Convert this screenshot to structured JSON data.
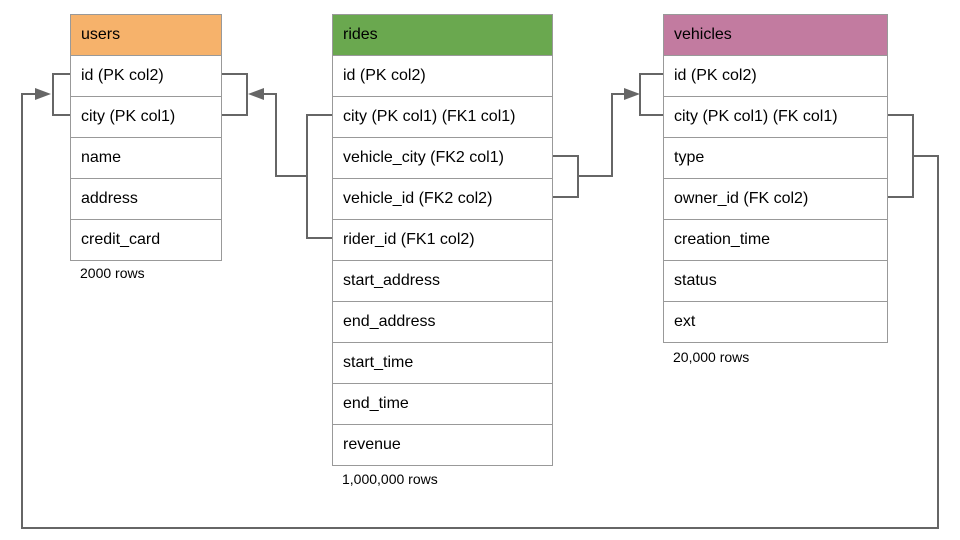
{
  "tables": {
    "users": {
      "title": "users",
      "header_color": "#f6b26b",
      "columns": [
        "id (PK col2)",
        "city (PK col1)",
        "name",
        "address",
        "credit_card"
      ],
      "row_count": "2000 rows"
    },
    "rides": {
      "title": "rides",
      "header_color": "#6aa84f",
      "columns": [
        "id (PK col2)",
        "city (PK col1) (FK1 col1)",
        "vehicle_city (FK2 col1)",
        "vehicle_id (FK2 col2)",
        "rider_id (FK1 col2)",
        "start_address",
        "end_address",
        "start_time",
        "end_time",
        "revenue"
      ],
      "row_count": "1,000,000 rows"
    },
    "vehicles": {
      "title": "vehicles",
      "header_color": "#c27ba0",
      "columns": [
        "id (PK col2)",
        "city (PK col1) (FK col1)",
        "type",
        "owner_id (FK col2)",
        "creation_time",
        "status",
        "ext"
      ],
      "row_count": "20,000 rows"
    }
  },
  "relationships": [
    {
      "name": "fk1",
      "from": "rides (city FK1 col1, rider_id FK1 col2)",
      "to": "users (id, city)"
    },
    {
      "name": "fk2",
      "from": "rides (vehicle_city FK2 col1, vehicle_id FK2 col2)",
      "to": "vehicles (id, city)"
    },
    {
      "name": "fk",
      "from": "vehicles (city FK col1, owner_id FK col2)",
      "to": "users (id, city)"
    }
  ],
  "colors": {
    "connector": "#666666",
    "table_border": "#999999",
    "background": "#ffffff",
    "users_header": "#f6b26b",
    "rides_header": "#6aa84f",
    "vehicles_header": "#c27ba0"
  }
}
